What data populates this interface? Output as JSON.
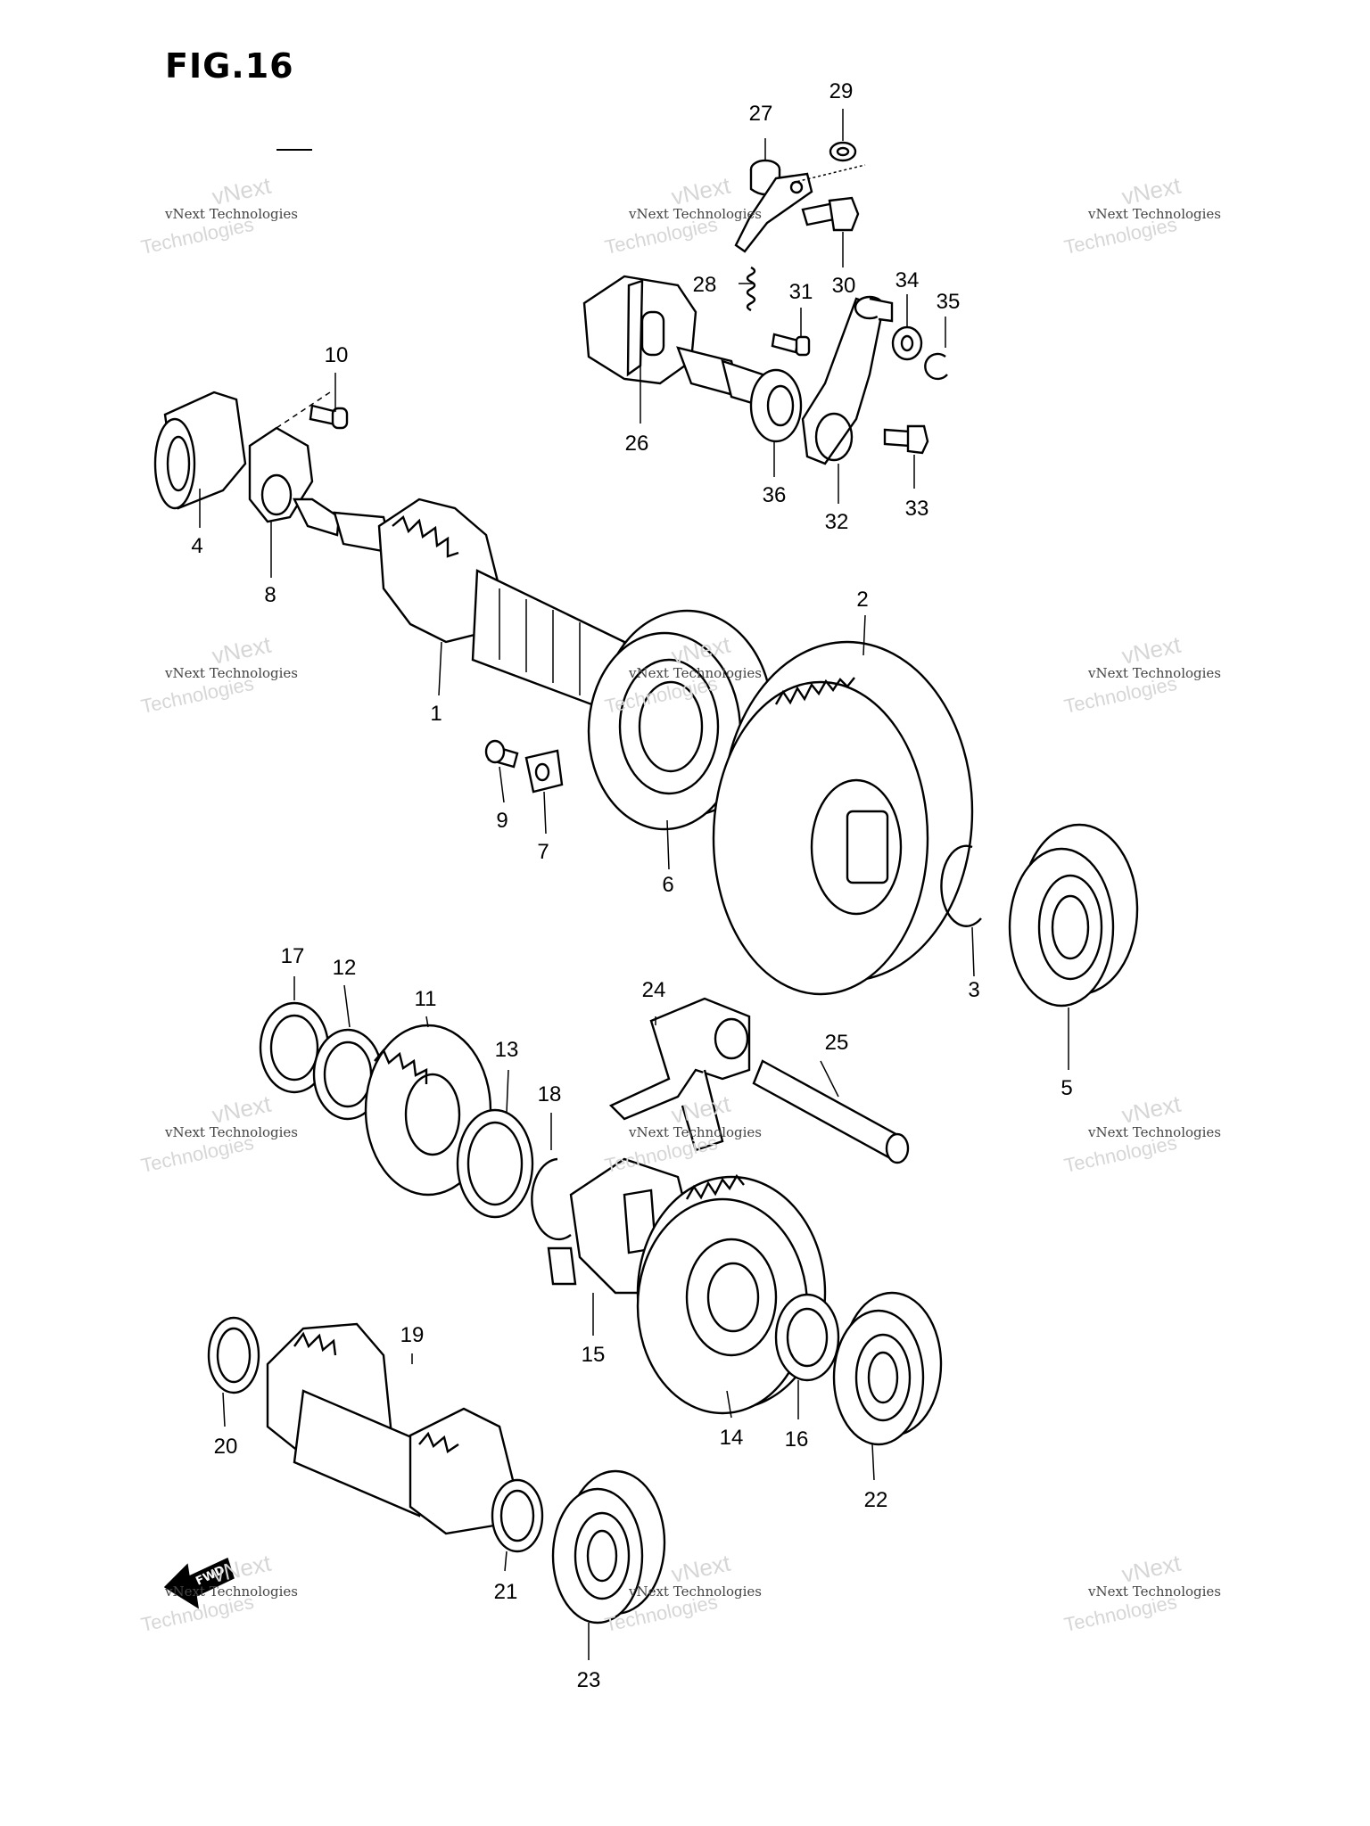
{
  "figure": {
    "title": "FIG.16"
  },
  "parts": [
    {
      "id": "1",
      "label": "1"
    },
    {
      "id": "2",
      "label": "2"
    },
    {
      "id": "3",
      "label": "3"
    },
    {
      "id": "4",
      "label": "4"
    },
    {
      "id": "5",
      "label": "5"
    },
    {
      "id": "6",
      "label": "6"
    },
    {
      "id": "7",
      "label": "7"
    },
    {
      "id": "8",
      "label": "8"
    },
    {
      "id": "9",
      "label": "9"
    },
    {
      "id": "10",
      "label": "10"
    },
    {
      "id": "11",
      "label": "11"
    },
    {
      "id": "12",
      "label": "12"
    },
    {
      "id": "13",
      "label": "13"
    },
    {
      "id": "14",
      "label": "14"
    },
    {
      "id": "15",
      "label": "15"
    },
    {
      "id": "16",
      "label": "16"
    },
    {
      "id": "17",
      "label": "17"
    },
    {
      "id": "18",
      "label": "18"
    },
    {
      "id": "19",
      "label": "19"
    },
    {
      "id": "20",
      "label": "20"
    },
    {
      "id": "21",
      "label": "21"
    },
    {
      "id": "22",
      "label": "22"
    },
    {
      "id": "23",
      "label": "23"
    },
    {
      "id": "24",
      "label": "24"
    },
    {
      "id": "25",
      "label": "25"
    },
    {
      "id": "26",
      "label": "26"
    },
    {
      "id": "27",
      "label": "27"
    },
    {
      "id": "28",
      "label": "28"
    },
    {
      "id": "29",
      "label": "29"
    },
    {
      "id": "30",
      "label": "30"
    },
    {
      "id": "31",
      "label": "31"
    },
    {
      "id": "32",
      "label": "32"
    },
    {
      "id": "33",
      "label": "33"
    },
    {
      "id": "34",
      "label": "34"
    },
    {
      "id": "35",
      "label": "35"
    },
    {
      "id": "36",
      "label": "36"
    }
  ],
  "direction_marker": {
    "text": "FWD"
  },
  "watermark": {
    "line1": "vNext Technologies",
    "overlay1": "vNext",
    "overlay2": "Technologies"
  }
}
